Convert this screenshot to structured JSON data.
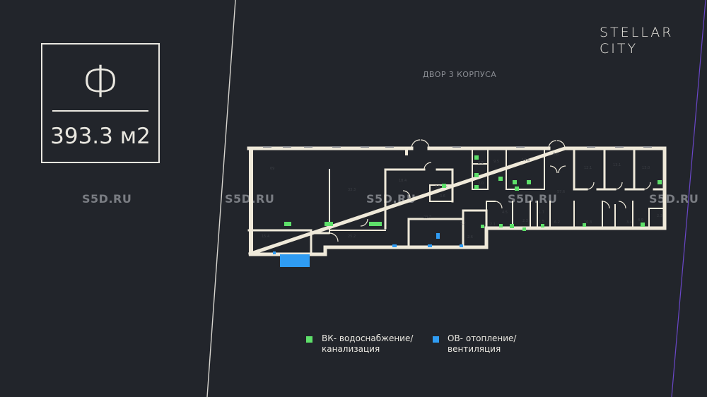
{
  "logo": {
    "letter": "Ф",
    "area": "393.3 м2"
  },
  "brand": {
    "line1": "STELLAR",
    "line2": "CITY"
  },
  "courtyard_label": "ДВОР 3 КОРПУСА",
  "watermarks": [
    "S5D.RU",
    "S5D.RU",
    "S5D.RU",
    "S5D.RU",
    "S5D.RU"
  ],
  "rooms": [
    "69",
    "33.3",
    "18.4",
    "4.8",
    "3.6",
    "2.5",
    "9.5",
    "2.0",
    "14.6",
    "8.6",
    "12.1",
    "13.1",
    "13.0",
    "57.6",
    "23.7",
    "4.5",
    "1.7",
    "15.4",
    "25.2",
    "5.2",
    "2.6",
    "2.1",
    "2.3",
    "1.5",
    "6.2",
    "10.3",
    "3.4",
    "4.9",
    "2.3"
  ],
  "legend": {
    "vk_line1": "ВК- водоснабжение/",
    "vk_line2": "канализация",
    "ov_line1": "ОВ- отопление/",
    "ov_line2": "вентиляция"
  },
  "colors": {
    "background": "#22252b",
    "wall": "#efe9d9",
    "vk": "#5ee06a",
    "ov": "#2f9cf3",
    "accent_line": "#6a47c8"
  }
}
